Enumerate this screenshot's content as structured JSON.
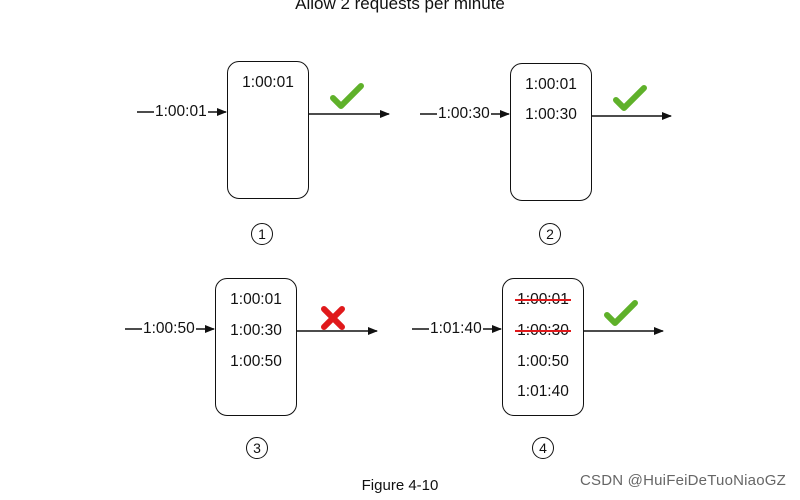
{
  "title": "Allow 2 requests per minute",
  "caption": "Figure 4-10",
  "watermark": "CSDN @HuiFeiDeTuoNiaoGZ",
  "panels": [
    {
      "step": "1",
      "incoming": "1:00:01",
      "entries": [
        {
          "text": "1:00:01",
          "removed": false
        }
      ],
      "result": "accepted"
    },
    {
      "step": "2",
      "incoming": "1:00:30",
      "entries": [
        {
          "text": "1:00:01",
          "removed": false
        },
        {
          "text": "1:00:30",
          "removed": false
        }
      ],
      "result": "accepted"
    },
    {
      "step": "3",
      "incoming": "1:00:50",
      "entries": [
        {
          "text": "1:00:01",
          "removed": false
        },
        {
          "text": "1:00:30",
          "removed": false
        },
        {
          "text": "1:00:50",
          "removed": false
        }
      ],
      "result": "rejected"
    },
    {
      "step": "4",
      "incoming": "1:01:40",
      "entries": [
        {
          "text": "1:00:01",
          "removed": true
        },
        {
          "text": "1:00:30",
          "removed": true
        },
        {
          "text": "1:00:50",
          "removed": false
        },
        {
          "text": "1:01:40",
          "removed": false
        }
      ],
      "result": "accepted"
    }
  ],
  "colors": {
    "check": "#5fb12a",
    "cross": "#e0191b",
    "strike": "#e0191b"
  },
  "icons": {
    "accepted": "check-icon",
    "rejected": "cross-icon"
  }
}
